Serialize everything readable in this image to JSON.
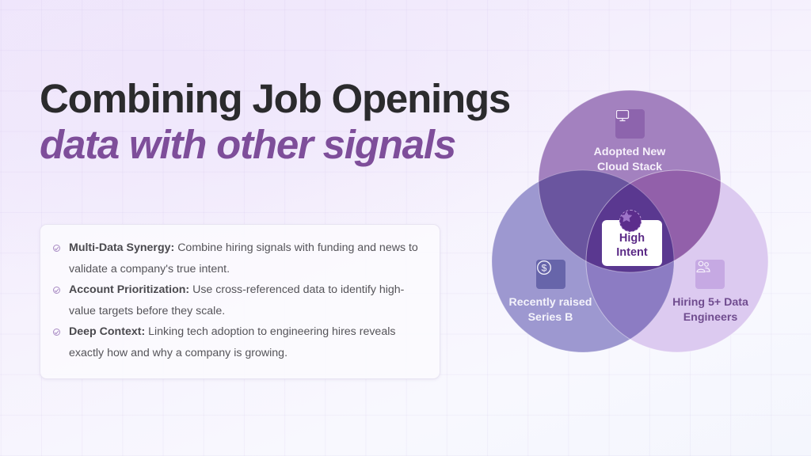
{
  "header": {
    "title_line1": "Combining Job Openings",
    "title_line2": "data with other signals"
  },
  "benefits": {
    "icon": "check-circle-icon",
    "items": [
      {
        "title": "Multi-Data Synergy:",
        "text": "Combine hiring signals with funding and news to validate a company's true intent."
      },
      {
        "title": "Account Prioritization:",
        "text": "Use cross-referenced data to identify high-value targets before they scale."
      },
      {
        "title": "Deep Context:",
        "text": "Linking tech adoption to engineering hires reveals exactly how and why a company is growing."
      }
    ]
  },
  "venn": {
    "circles": [
      {
        "id": "top",
        "label_line1": "Adopted New",
        "label_line2": "Cloud Stack",
        "icon": "monitor-icon",
        "color": "#a07cbd"
      },
      {
        "id": "left",
        "label_line1": "Recently raised",
        "label_line2": "Series B",
        "icon": "dollar-icon",
        "color": "#8f88c7"
      },
      {
        "id": "right",
        "label_line1": "Hiring 5+ Data",
        "label_line2": "Engineers",
        "icon": "users-icon",
        "color": "#dccaf0"
      }
    ],
    "center": {
      "label_line1": "High",
      "label_line2": "Intent",
      "icon": "star-icon"
    }
  },
  "colors": {
    "title_dark": "#2b2b2d",
    "title_accent": "#7e4e9a",
    "center_text": "#5b2a86",
    "intersection_core": "#5a2e8a"
  }
}
